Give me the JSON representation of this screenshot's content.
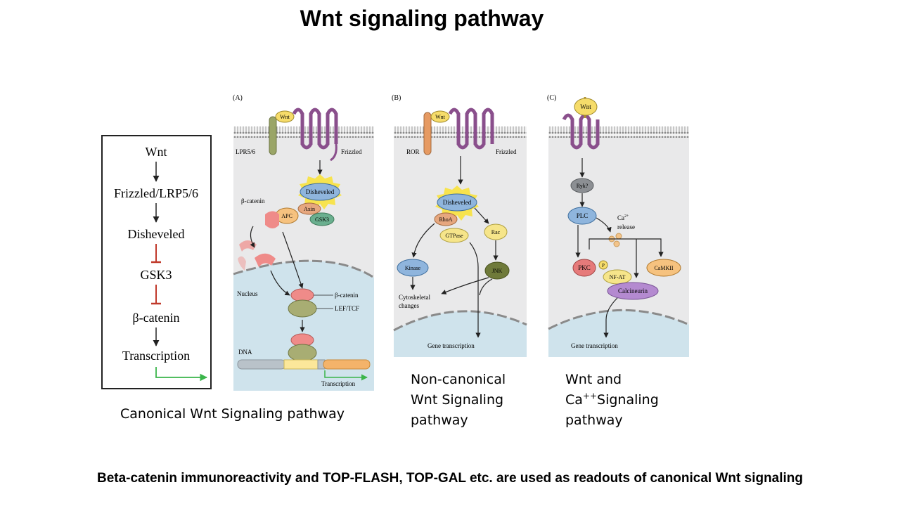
{
  "title": "Wnt signaling pathway",
  "footer": "Beta-catenin immunoreactivity and TOP-FLASH, TOP-GAL etc. are used as readouts of canonical Wnt signaling",
  "summary_box": {
    "steps": [
      "Wnt",
      "Frizzled/LRP5/6",
      "Disheveled",
      "GSK3",
      "β-catenin",
      "Transcription"
    ]
  },
  "panel_a": {
    "label": "(A)",
    "wnt": "Wnt",
    "coreceptor": "LPR5/6",
    "receptor": "Frizzled",
    "disheveled": "Disheveled",
    "axin": "Axin",
    "apc": "APC",
    "gsk3": "GSK3",
    "bcatenin_label": "β-catenin",
    "nucleus": "Nucleus",
    "bcatenin_nuc": "β-catenin",
    "lef": "LEF/TCF",
    "dna": "DNA",
    "transcription": "Transcription"
  },
  "panel_b": {
    "label": "(B)",
    "wnt": "Wnt",
    "coreceptor": "ROR",
    "receptor": "Frizzled",
    "disheveled": "Disheveled",
    "rhoa": "RhoA",
    "gtpase": "GTPase",
    "rac": "Rac",
    "kinase": "Kinase",
    "jnk": "JNK",
    "cyto1": "Cytoskeletal",
    "cyto2": "changes",
    "gene": "Gene transcription"
  },
  "panel_c": {
    "label": "(C)",
    "wnt": "Wnt",
    "ryk": "Ryk?",
    "plc": "PLC",
    "ca": "Ca",
    "ca_sup": "2+",
    "release": "release",
    "pkc": "PKC",
    "p": "P",
    "nfat": "NF-AT",
    "camkii": "CaMKII",
    "calcineurin": "Calcineurin",
    "gene": "Gene transcription"
  },
  "captions": {
    "canonical": "Canonical Wnt Signaling pathway",
    "noncanonical_1": "Non-canonical",
    "noncanonical_2": "Wnt Signaling",
    "noncanonical_3": "pathway",
    "calcium_1": "Wnt and",
    "calcium_2a": "Ca",
    "calcium_2sup": "++",
    "calcium_2b": "Signaling",
    "calcium_3": "pathway"
  },
  "colors": {
    "cytoplasm": "#e9e9ea",
    "nucleus": "#cfe3ec",
    "frizzled": "#8a4f8c",
    "wnt": "#f6dc6a",
    "disheveled": "#8fb5dd",
    "starburst": "#f7e34e",
    "bcatenin": "#ef8b89",
    "lef": "#a8ad73",
    "green_arrow": "#3ab54a",
    "inhibit": "#c0392b"
  }
}
